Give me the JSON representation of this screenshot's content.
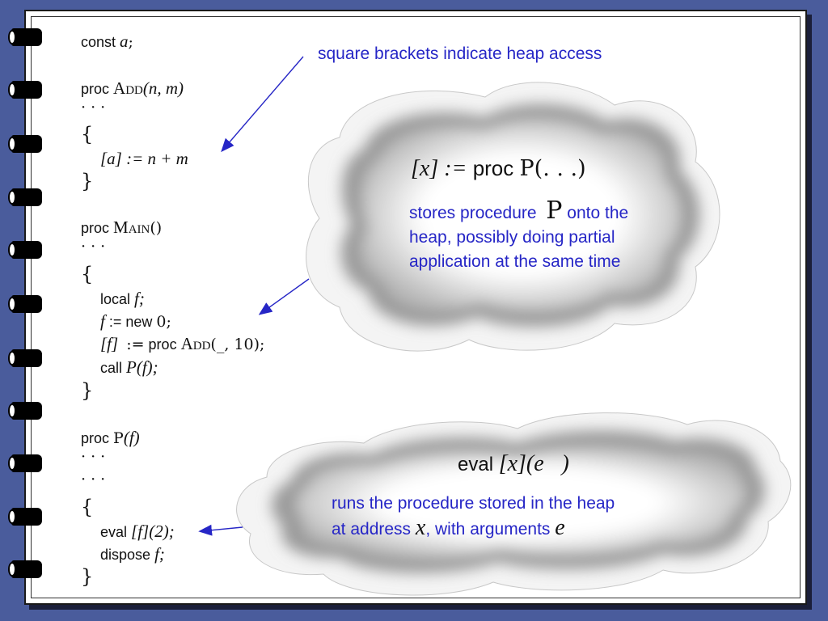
{
  "top_note": "square brackets indicate heap access",
  "code": {
    "line1_kw": "const",
    "line1_var": "a",
    "line1_end": ";",
    "add_kw": "proc",
    "add_name": "Add",
    "add_args": "(n, m)",
    "dots": "· · ·",
    "open_brace": "{",
    "close_brace": "}",
    "assign_a": "[a] := n + m",
    "main_kw": "proc",
    "main_name": "Main",
    "main_args": "()",
    "local_kw": "local",
    "local_var": "f;",
    "new_line_lhs": "f",
    "new_line_mid": ":= new",
    "new_line_rhs": "0;",
    "heap_f": "[f]",
    "proc_assign_op": ":=",
    "proc_assign_kw": "proc",
    "proc_assign_name": "Add",
    "proc_assign_args": "(_, 10);",
    "call_kw": "call",
    "call_expr": "P(f);",
    "p_kw": "proc",
    "p_name": "P",
    "p_args": "(f)",
    "eval_kw": "eval",
    "eval_expr": "[f](2);",
    "dispose_kw": "dispose",
    "dispose_var": "f;"
  },
  "cloud1": {
    "heading_lhs": "[x] :=",
    "heading_kw": "proc",
    "heading_rhs": "P(. . .)",
    "text_a": "stores procedure",
    "text_sym": "P",
    "text_b": "onto the",
    "text_c": "heap, possibly doing partial",
    "text_d": "application at the same time"
  },
  "cloud2": {
    "heading_kw": "eval",
    "heading_expr": "[x](e⃗)",
    "text_a": "runs the procedure stored in the heap",
    "text_b": "at address",
    "text_sym": "x",
    "text_c": ", with arguments",
    "text_sym2": "e⃗"
  },
  "colors": {
    "background": "#4a5c9c",
    "note": "#2626c6"
  }
}
